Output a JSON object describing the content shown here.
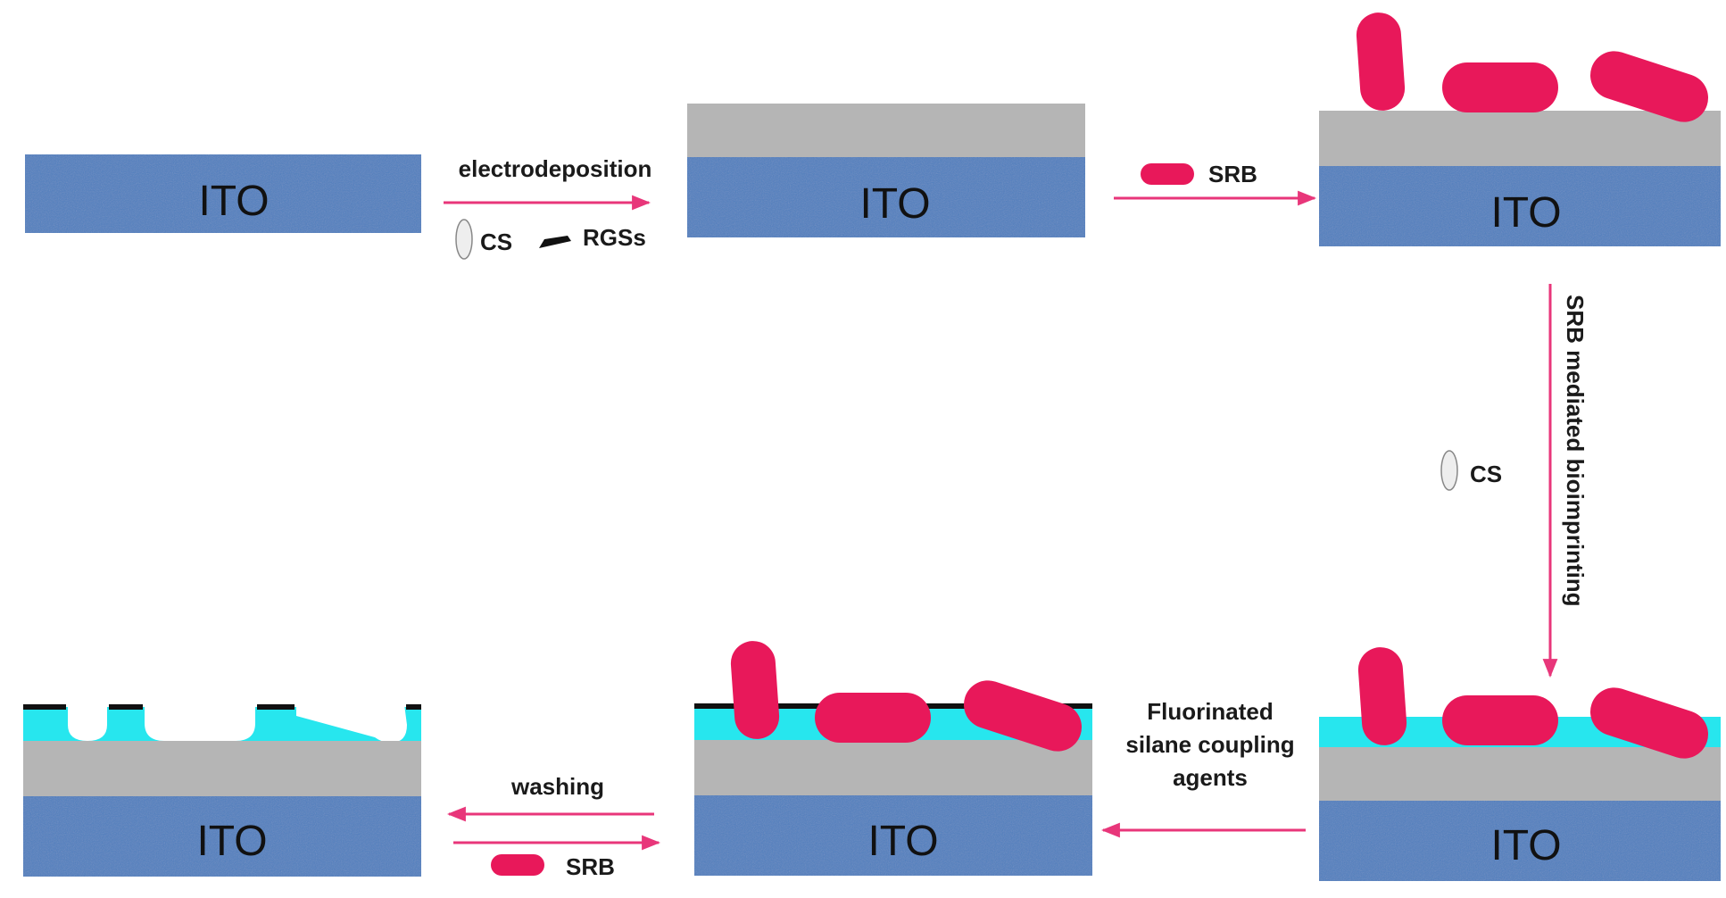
{
  "colors": {
    "ito_blue": "#4f7fbf",
    "film_gray": "#b5b5b5",
    "srb_pink": "#e8185a",
    "arrow_pink": "#e8367a",
    "imprint_cyan": "#27e6ee",
    "cs_fill": "#eeeeee",
    "rgs_black": "#111111"
  },
  "substrate_label": "ITO",
  "labels": {
    "electrodeposition": "electrodeposition",
    "cs": "CS",
    "rgss": "RGSs",
    "srb": "SRB",
    "srb_mediated": "SRB mediated bioimprinting",
    "fluorinated_1": "Fluorinated",
    "fluorinated_2": "silane coupling",
    "fluorinated_3": "agents",
    "washing": "washing"
  },
  "icons": {
    "cs": "cs-capsule-icon",
    "rgs": "rgs-sheet-icon",
    "srb": "srb-rod-icon"
  }
}
